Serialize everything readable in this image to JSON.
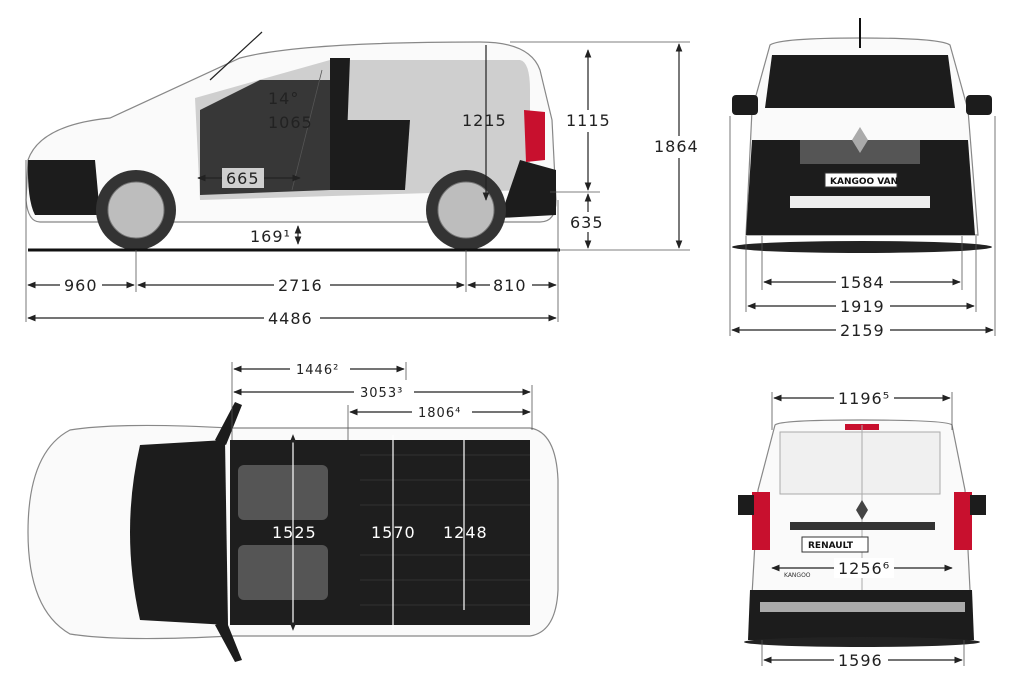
{
  "side_view": {
    "seat_angle": "14°",
    "seat_height": "1065",
    "seat_depth": "665",
    "cargo_height": "1215",
    "rear_opening_height": "1115",
    "overall_height": "1864",
    "sill_height": "635",
    "ground_clearance": "169¹",
    "front_overhang": "960",
    "wheelbase": "2716",
    "rear_overhang": "810",
    "overall_length": "4486"
  },
  "front_view": {
    "badge": "KANGOO VAN",
    "front_track": "1584",
    "width_without_mirrors": "1919",
    "width_with_mirrors": "2159"
  },
  "top_view": {
    "dim_1446": "1446²",
    "dim_3053": "3053³",
    "dim_1806": "1806⁴",
    "width_1525": "1525",
    "width_1570": "1570",
    "width_1248": "1248"
  },
  "rear_view": {
    "rear_opening_width": "1196⁵",
    "brand_plate": "RENAULT",
    "model_badge": "KANGOO",
    "rear_width": "1256⁶",
    "rear_track": "1596"
  },
  "colors": {
    "body": "#fafafa",
    "trim": "#1c1c1c",
    "taillight": "#c8102e"
  }
}
